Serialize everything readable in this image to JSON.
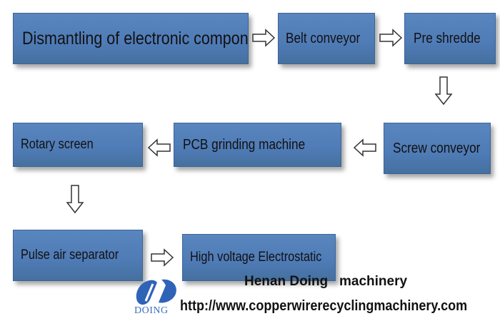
{
  "flow_steps": [
    {
      "label": "Dismantling of electronic components"
    },
    {
      "label": "Belt conveyor"
    },
    {
      "label": "Pre shredde"
    },
    {
      "label": "Screw conveyor"
    },
    {
      "label": "PCB grinding machine"
    },
    {
      "label": "Rotary screen"
    },
    {
      "label": "Pulse air separator"
    },
    {
      "label": "High voltage Electrostatic"
    }
  ],
  "footer": {
    "company": "Henan Doing   machinery",
    "url": "http://www.copperwirerecyclingmachinery.com",
    "logo_text": "DOING"
  },
  "colors": {
    "box_fill": "#4f7bb6",
    "logo_blue": "#2f63b8"
  }
}
